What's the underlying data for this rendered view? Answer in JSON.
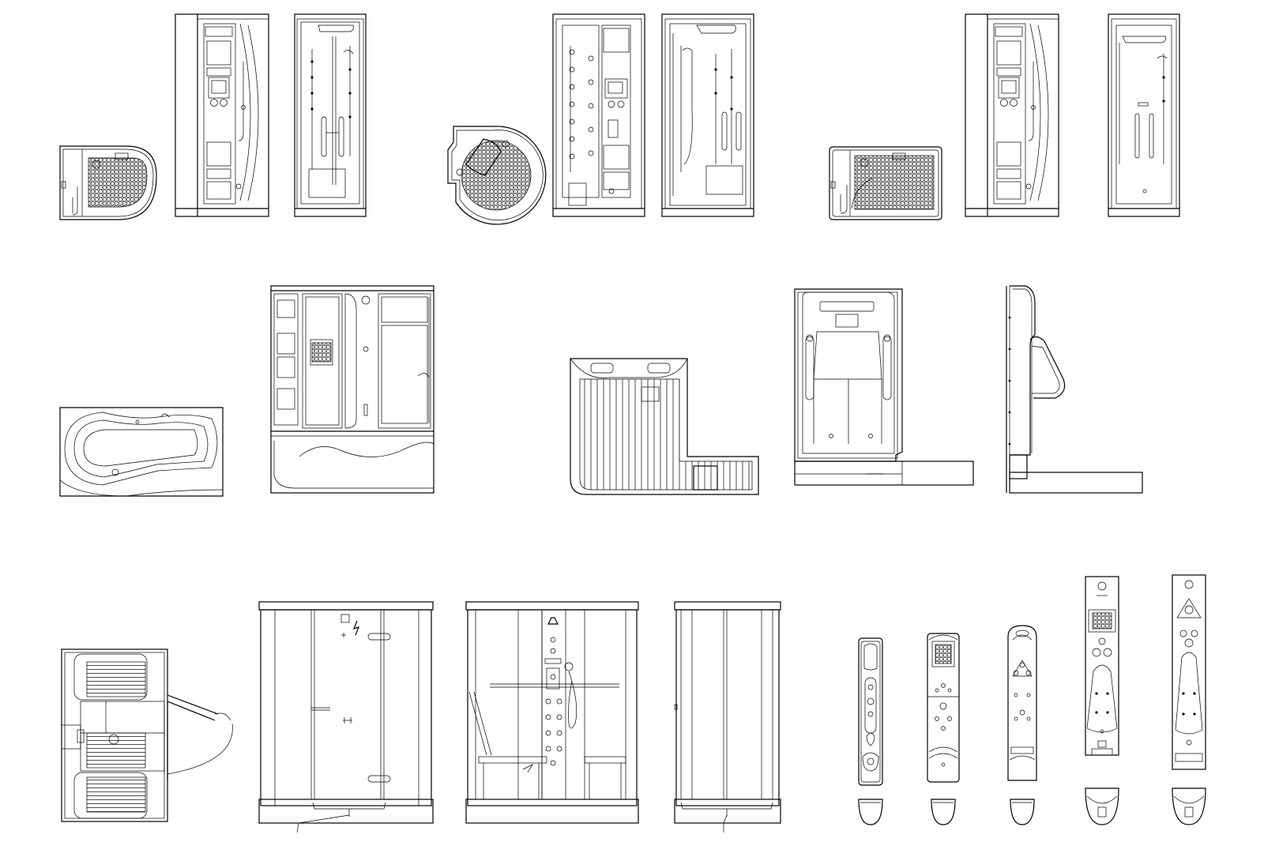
{
  "sheet": {
    "background": "#ffffff",
    "line_color": "#000000"
  },
  "drawings": [
    {
      "id": "shower-a-plan",
      "group": "shower-set-a",
      "view": "plan"
    },
    {
      "id": "shower-a-front",
      "group": "shower-set-a",
      "view": "front-elevation"
    },
    {
      "id": "shower-a-side",
      "group": "shower-set-a",
      "view": "side-elevation"
    },
    {
      "id": "shower-b-plan",
      "group": "shower-set-b",
      "view": "plan"
    },
    {
      "id": "shower-b-front",
      "group": "shower-set-b",
      "view": "front-elevation"
    },
    {
      "id": "shower-b-side",
      "group": "shower-set-b",
      "view": "side-elevation"
    },
    {
      "id": "shower-c-plan",
      "group": "shower-set-c",
      "view": "plan"
    },
    {
      "id": "shower-c-front",
      "group": "shower-set-c",
      "view": "front-elevation"
    },
    {
      "id": "shower-c-side",
      "group": "shower-set-c",
      "view": "side-elevation"
    },
    {
      "id": "bathtub-plan",
      "group": "tub-shower",
      "view": "plan"
    },
    {
      "id": "tub-shower-elevation",
      "group": "tub-shower",
      "view": "front-elevation"
    },
    {
      "id": "seat-plan",
      "group": "seat",
      "view": "plan"
    },
    {
      "id": "seat-front",
      "group": "seat",
      "view": "front-elevation"
    },
    {
      "id": "seat-side",
      "group": "seat",
      "view": "side-elevation"
    },
    {
      "id": "cabin-plan",
      "group": "cabin",
      "view": "plan"
    },
    {
      "id": "cabin-front-door",
      "group": "cabin",
      "view": "front-elevation"
    },
    {
      "id": "cabin-interior",
      "group": "cabin",
      "view": "interior-elevation"
    },
    {
      "id": "cabin-side",
      "group": "cabin",
      "view": "side-elevation"
    },
    {
      "id": "panel-1",
      "group": "shower-panels",
      "view": "elevation"
    },
    {
      "id": "panel-2",
      "group": "shower-panels",
      "view": "elevation"
    },
    {
      "id": "panel-3",
      "group": "shower-panels",
      "view": "elevation"
    },
    {
      "id": "panel-4",
      "group": "shower-panels",
      "view": "elevation"
    },
    {
      "id": "panel-5",
      "group": "shower-panels",
      "view": "elevation"
    }
  ]
}
